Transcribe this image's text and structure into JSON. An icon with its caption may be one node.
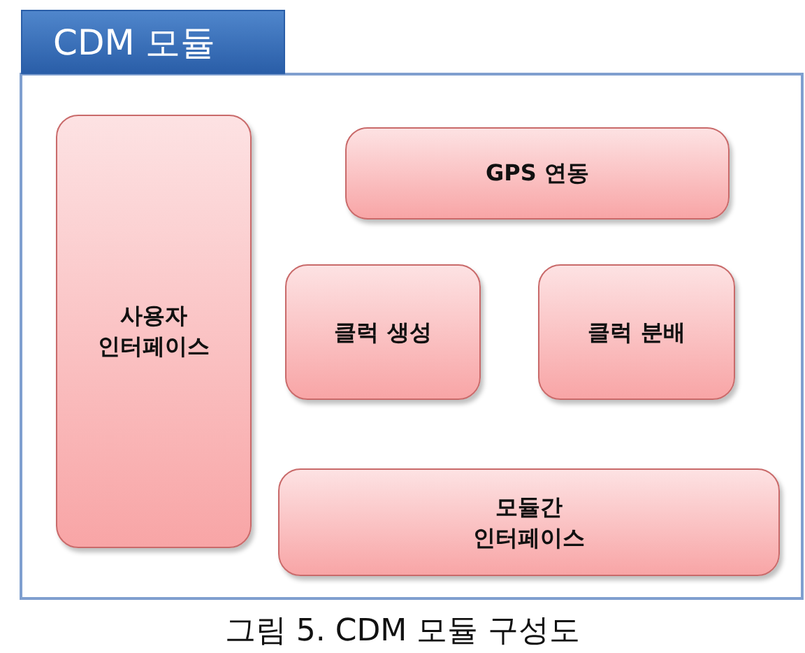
{
  "diagram": {
    "caption": "그림 5. CDM 모듈 구성도",
    "nodes": [
      {
        "text": [
          "CDM 모듈"
        ]
      },
      {
        "text": [
          "사용자 인터페이스"
        ],
        "in": 0
      },
      {
        "text": [
          "GPS 연동"
        ],
        "in": 0
      },
      {
        "text": [
          "클럭 생성"
        ],
        "in": 0
      },
      {
        "text": [
          "클럭 분배"
        ],
        "in": 0
      },
      {
        "text": [
          "모듈간 인터페이스"
        ],
        "in": 0
      }
    ]
  }
}
